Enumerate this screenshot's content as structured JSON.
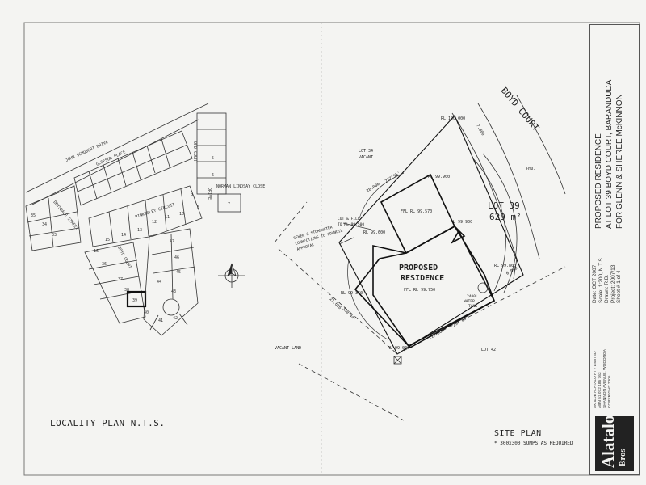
{
  "locality_plan": {
    "title": "LOCALITY PLAN N.T.S.",
    "streets": {
      "john_schubert": "JOHN SCHUBERT DRIVE",
      "gleeson": "GLEESON PLACE",
      "ord": "ORD COURT",
      "pinkteley": "PINKTELEY CIRCUIT",
      "norman_lindsay": "NORMAN LINDSAY CLOSE",
      "drive": "DRIVE",
      "drysdale": "DRYSDALE STREET",
      "boyd": "BOYD COURT"
    },
    "lots": {
      "l35": "35",
      "l34": "34",
      "l33": "33",
      "l16": "16",
      "l15": "15",
      "l14": "14",
      "l13": "13",
      "l12": "12",
      "l11": "11",
      "l10": "10",
      "l9": "9",
      "l5": "5",
      "l6": "6",
      "l7": "7",
      "l8": "8",
      "l36": "36",
      "l37": "37",
      "l38": "38",
      "l39": "39",
      "l40": "40",
      "l41": "41",
      "l42": "42",
      "l43": "43",
      "l44": "44",
      "l45": "45",
      "l46": "46",
      "l47": "47"
    }
  },
  "site_plan": {
    "title": "SITE PLAN",
    "note": "* 300x300 SUMPS AS REQUIRED",
    "street": "BOYD COURT",
    "lot_number": "LOT 39",
    "lot_area": "629 m²",
    "house_title_1": "PROPOSED",
    "house_title_2": "RESIDENCE",
    "house_ffl": "FFL RL 99.750",
    "garage_ffl": "FFL RL 99.570",
    "levels": {
      "rl_100": "RL 100.000",
      "rl_99900": "RL 99.900",
      "rl_99900b": "RL 99.900",
      "rl_99600": "RL 99.600",
      "rl_99800": "RL 99.800",
      "rl_99350": "RL 99.350",
      "rl_99000": "RL 99.000"
    },
    "dimensions": {
      "d_7800": "7.800",
      "d_28": "28.00m",
      "d_237": "237°55'",
      "d_21616": "21.616",
      "d_330": "330°44'",
      "d_21136": "21.136m",
      "d_237b": "237°55'",
      "d_6000": "6.000"
    },
    "notes": {
      "cut_fill_1": "CUT & FILL",
      "cut_fill_2": "TO RL 99.500",
      "sewer_1": "SEWER & STORMWATER",
      "sewer_2": "CONNECTIONS TO COUNCIL",
      "sewer_3": "APPROVAL",
      "tank_1": "2400L",
      "tank_2": "WATER",
      "tank_3": "TANK",
      "hyd": "HYD."
    },
    "neighbours": {
      "lot34_1": "LOT 34",
      "lot34_2": "VACANT",
      "lot42": "LOT 42",
      "vacant_land": "VACANT LAND"
    }
  },
  "title_block": {
    "project_line1": "PROPOSED RESIDENCE",
    "project_line2": "AT LOT 39 BOYD COURT, BARANDUDA",
    "project_line3": "FOR GLENN & SHEREE McKINNON",
    "date_label": "Date:",
    "date_value": "OCT 2007",
    "scale_label": "Scale:",
    "scale_value": "1:200, N.T.S",
    "drawn_label": "Drawn:",
    "drawn_value": "R.B.",
    "project_label": "Project:",
    "project_value": "2007/13",
    "sheet_label": "Sheet #",
    "sheet_value": "1 of 4",
    "company_line1": "AK & JE ALATALO PTY LIMITED",
    "company_line2": "ABN 51 072 186 763",
    "company_line3": "SHANNON AVENUE, WODONGA",
    "company_line4": "COPYRIGHT 2006",
    "logo_main": "Alatalo",
    "logo_sub": "Bros"
  },
  "colors": {
    "ink": "#222222",
    "paper": "#f4f4f2",
    "logo_bg": "#222222"
  }
}
